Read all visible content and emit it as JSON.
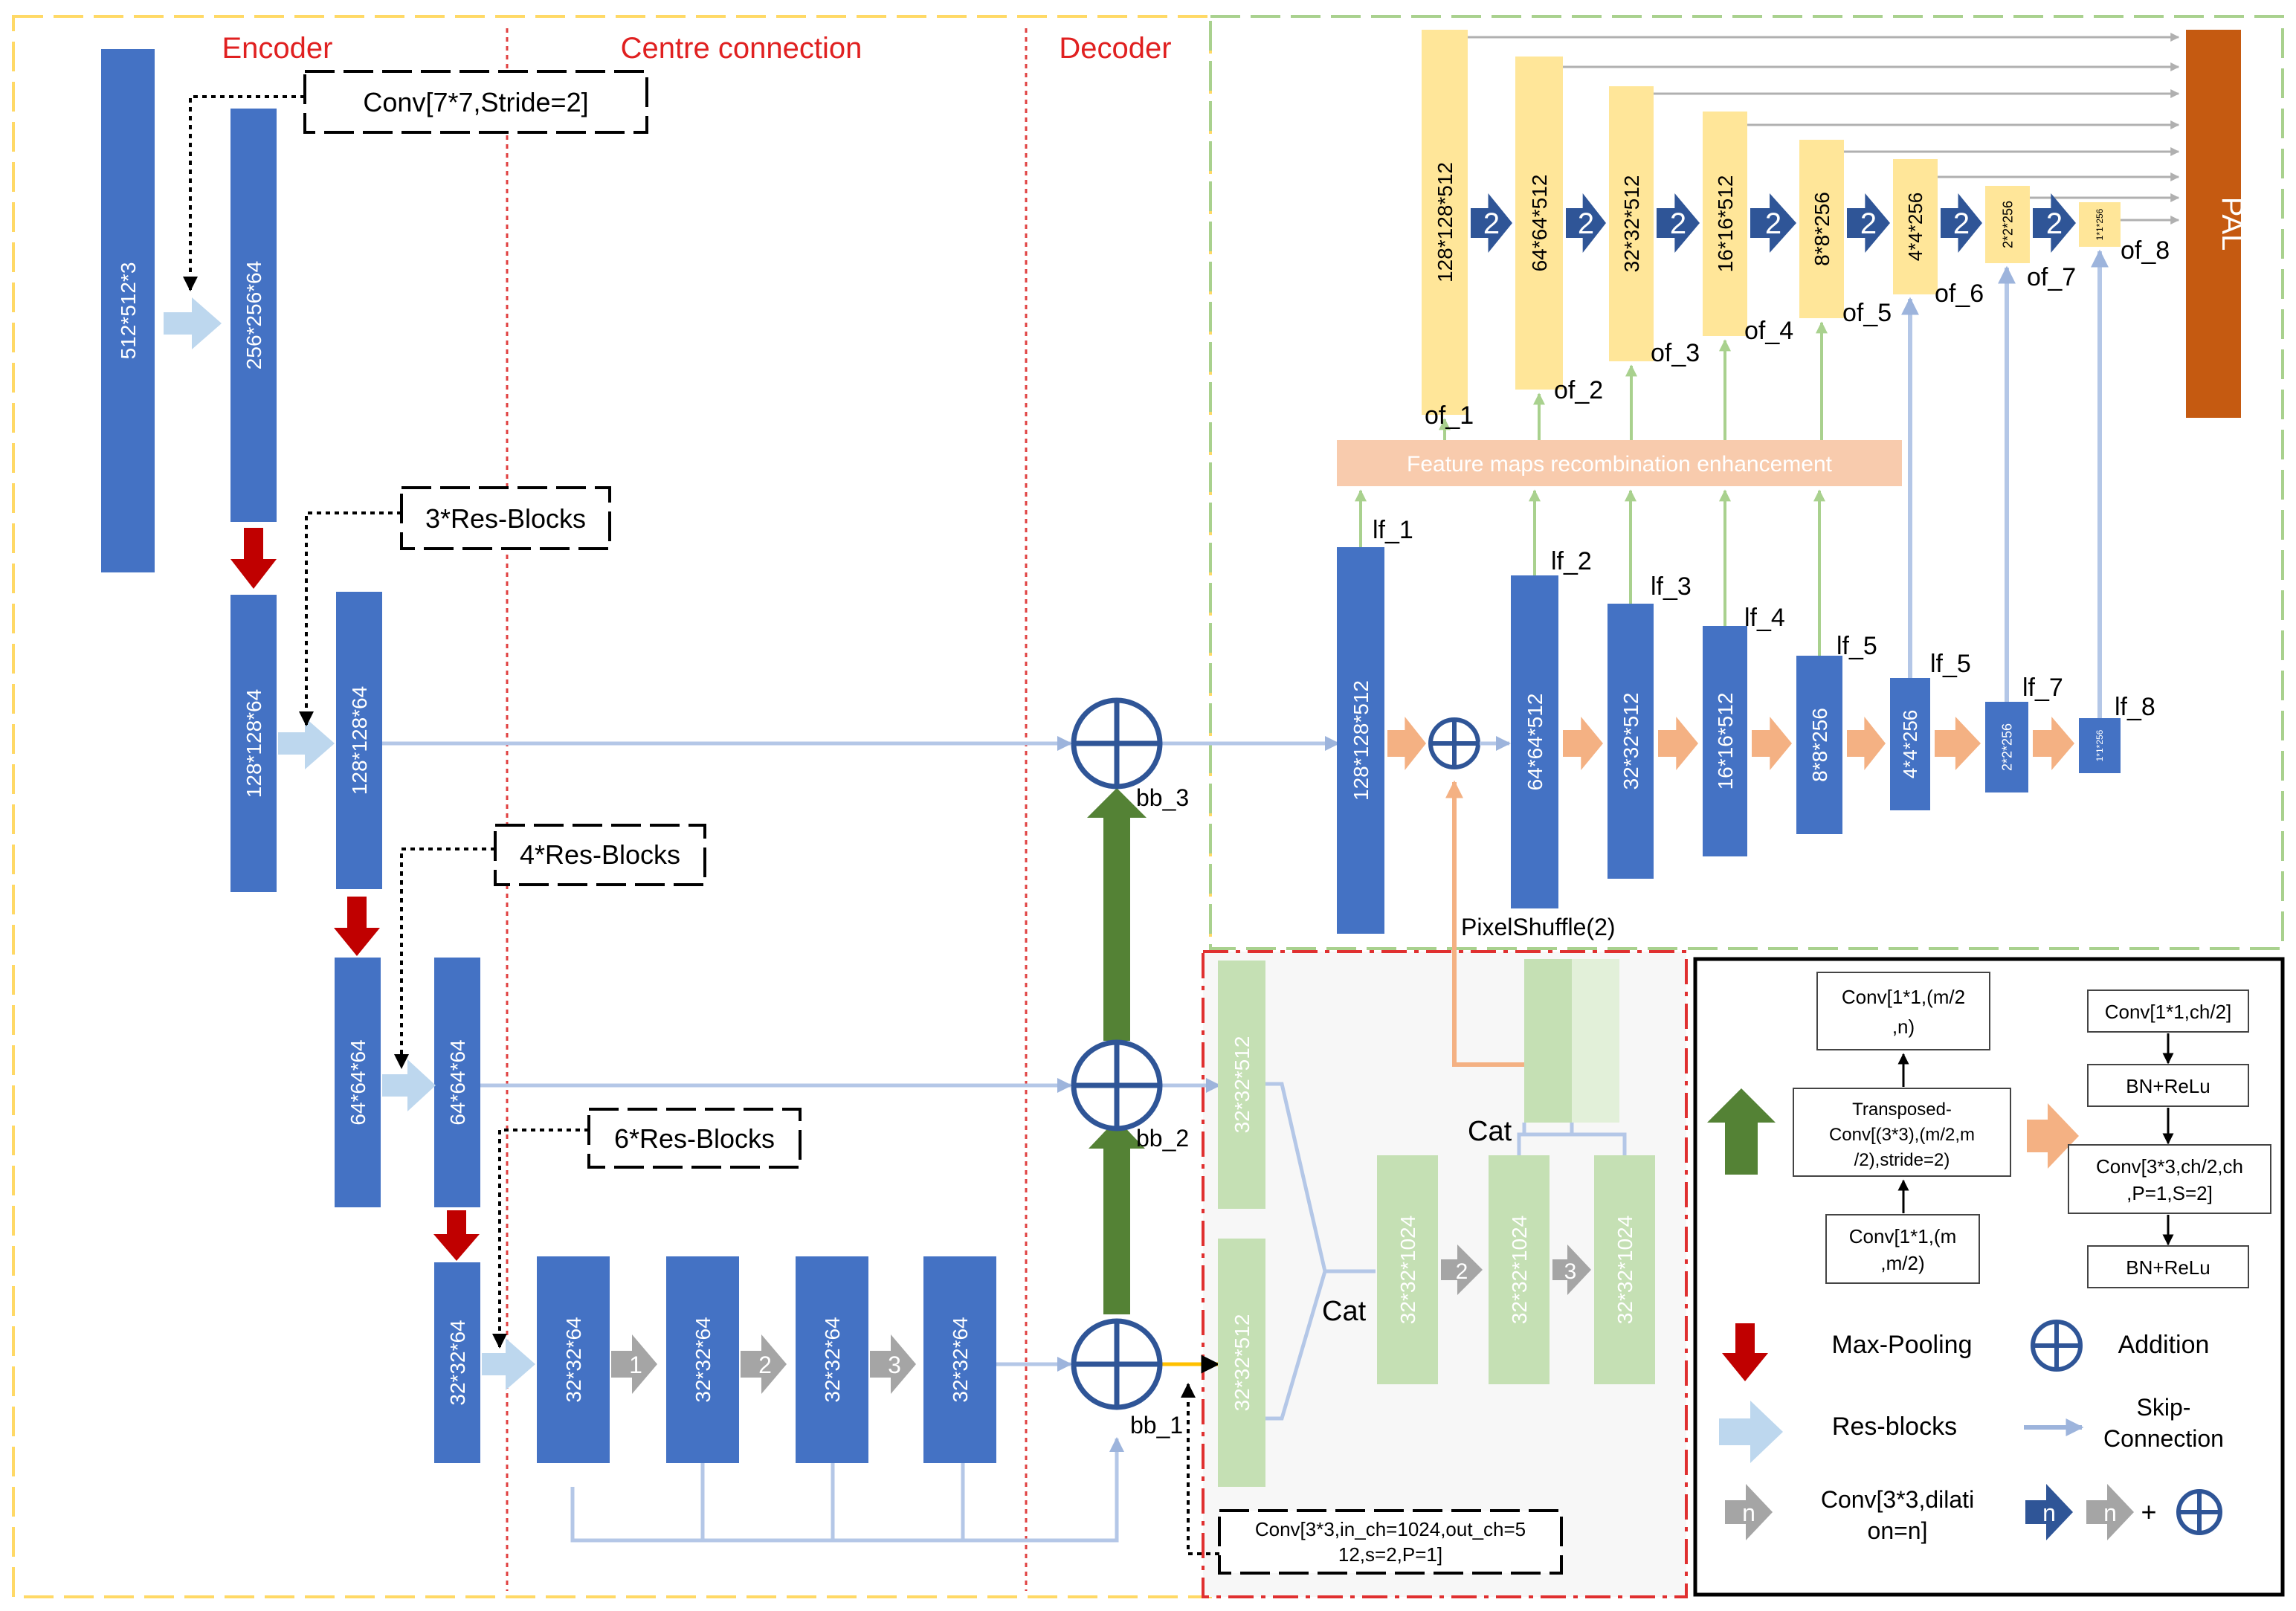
{
  "sections": {
    "encoder": "Encoder",
    "centre": "Centre connection",
    "decoder": "Decoder"
  },
  "encoder_blocks": {
    "input": "512*512*3",
    "conv1": "256*256*64",
    "l1a": "128*128*64",
    "l1b": "128*128*64",
    "l2a": "64*64*64",
    "l2b": "64*64*64",
    "l3a": "32*32*64",
    "c1": "32*32*64",
    "c2": "32*32*64",
    "c3": "32*32*64",
    "c4": "32*32*64"
  },
  "callouts": {
    "conv7": "Conv[7*7,Stride=2]",
    "res3": "3*Res-Blocks",
    "res4": "4*Res-Blocks",
    "res6": "6*Res-Blocks",
    "conv3_line1": "Conv[3*3,in_ch=1024,out_ch=5",
    "conv3_line2": "12,s=2,P=1]"
  },
  "dilation_numbers": {
    "d1": "1",
    "d2": "2",
    "d3": "3"
  },
  "bb_labels": {
    "bb1": "bb_1",
    "bb2": "bb_2",
    "bb3": "bb_3"
  },
  "fpn": {
    "lf_blocks": [
      "128*128*512",
      "64*64*512",
      "32*32*512",
      "16*16*512",
      "8*8*256",
      "4*4*256",
      "2*2*256",
      "1*1*256"
    ],
    "lf_labels": [
      "lf_1",
      "lf_2",
      "lf_3",
      "lf_4",
      "lf_5",
      "lf_5",
      "lf_7",
      "lf_8"
    ],
    "of_blocks": [
      "128*128*512",
      "64*64*512",
      "32*32*512",
      "16*16*512",
      "8*8*256",
      "4*4*256",
      "2*2*256",
      "1*1*256"
    ],
    "of_labels": [
      "of_1",
      "of_2",
      "of_3",
      "of_4",
      "of_5",
      "of_6",
      "of_7",
      "of_8"
    ],
    "conv2_label": "2",
    "fmre": "Feature maps recombination enhancement",
    "pal": "PAL",
    "pixelshuffle": "PixelShuffle(2)"
  },
  "center_module": {
    "in1": "32*32*512",
    "in2": "32*32*512",
    "cat1": "Cat",
    "cat2": "Cat",
    "m1": "32*32*1024",
    "m2": "32*32*1024",
    "m3": "32*32*1024",
    "d2": "2",
    "d3": "3"
  },
  "legend": {
    "up_top": [
      "Conv[1*1,(m/2",
      ",n)"
    ],
    "up_mid": [
      "Transposed-",
      "Conv[(3*3),(m/2,m",
      "/2),stride=2)"
    ],
    "up_bot": [
      "Conv[1*1,(m",
      ",m/2)"
    ],
    "r1": "Conv[1*1,ch/2]",
    "r2": "BN+ReLu",
    "r3": [
      "Conv[3*3,ch/2,ch",
      ",P=1,S=2]"
    ],
    "r4": "BN+ReLu",
    "maxpool": "Max-Pooling",
    "addition": "Addition",
    "resblocks": "Res-blocks",
    "skip": [
      "Skip-",
      "Connection"
    ],
    "dconv": [
      "Conv[3*3,dilati",
      "on=n]"
    ],
    "n": "n",
    "plus": "+"
  },
  "colors": {
    "blue": "#4472c4",
    "darkblue": "#2f5597",
    "lightblue": "#bdd7ee",
    "yellow": "#ffe699",
    "orange": "#f4b183",
    "pal": "#c55a11",
    "green": "#548235",
    "lightgreen": "#c5e0b4",
    "red": "#c00000",
    "gray": "#a5a5a5"
  }
}
